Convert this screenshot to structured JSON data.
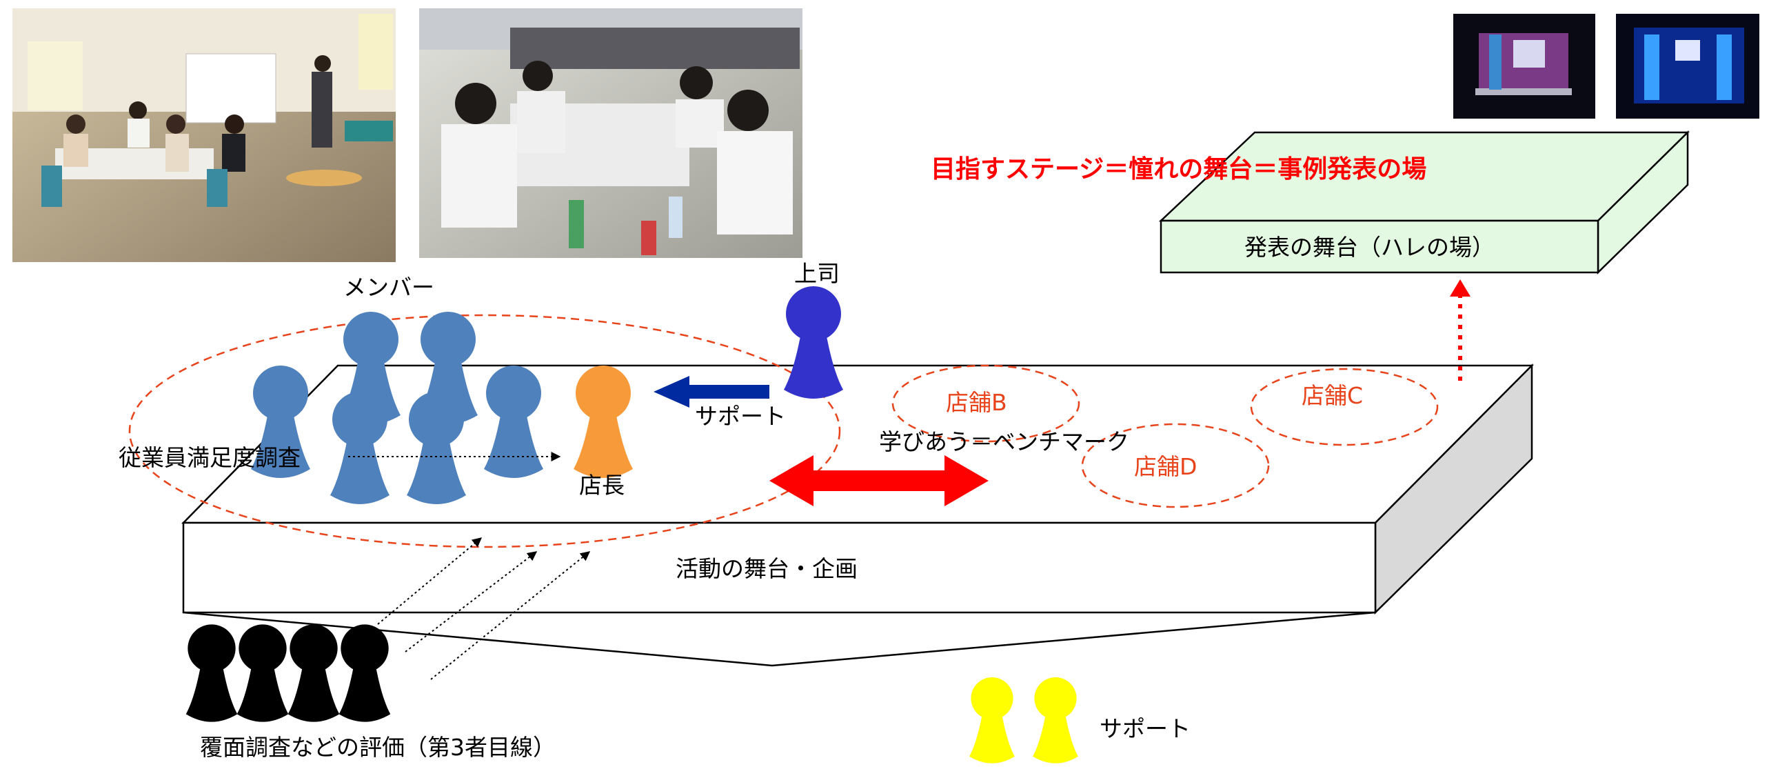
{
  "labels": {
    "members": "メンバー",
    "boss": "上司",
    "store_manager": "店長",
    "support_top": "サポート",
    "employee_survey": "従業員満足度調査",
    "learning": "学びあう＝ベンチマーク",
    "store_b": "店舗B",
    "store_c": "店舗C",
    "store_d": "店舗D",
    "activity_stage": "活動の舞台・企画",
    "goal_stage": "目指すステージ＝憧れの舞台＝事例発表の場",
    "presentation_stage": "発表の舞台（ハレの場）",
    "mystery_eval": "覆面調査などの評価（第3者目線）",
    "support_bottom": "サポート"
  },
  "colors": {
    "member_blue": "#4f81bd",
    "boss_blue": "#3333cc",
    "manager_orange": "#f79a3a",
    "evaluator_black": "#000000",
    "support_yellow": "#ffff00",
    "arrow_red": "#ff0000",
    "arrow_navy": "#002ba0",
    "store_label_red": "#e8431a",
    "goal_red": "#ff0000",
    "presentation_fill": "#e4f9e2",
    "stage_side_gray": "#d9d9d9"
  },
  "photos": [
    {
      "name": "meeting-photo-1",
      "icon": "photo"
    },
    {
      "name": "meeting-photo-2",
      "icon": "photo"
    },
    {
      "name": "stage-photo-1",
      "icon": "photo"
    },
    {
      "name": "stage-photo-2",
      "icon": "photo"
    }
  ]
}
